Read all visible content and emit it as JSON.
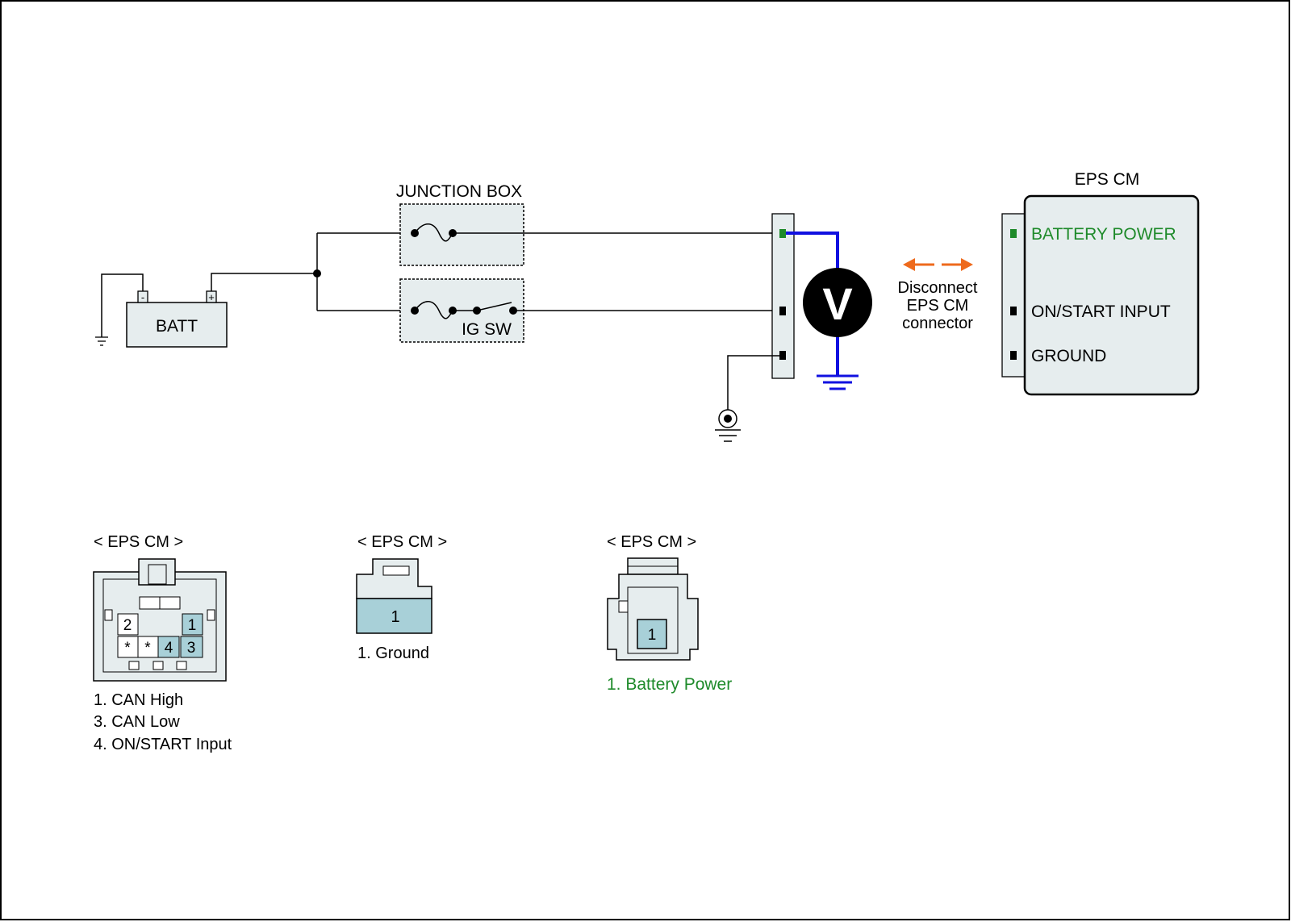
{
  "colors": {
    "line": "#000000",
    "box_fill": "#e6edee",
    "pin_highlight": "#a8d0d8",
    "voltmeter_wire": "#1010e0",
    "battery_power_text": "#1e8a2a",
    "arrow": "#ee6a1c"
  },
  "schematic": {
    "battery_label": "BATT",
    "battery_minus": "-",
    "battery_plus": "+",
    "junction_box_title": "JUNCTION BOX",
    "ig_switch_label": "IG SW",
    "voltmeter_label": "V",
    "disconnect_note": [
      "Disconnect",
      "EPS CM",
      "connector"
    ],
    "module_title": "EPS CM",
    "module_pins": [
      "BATTERY POWER",
      "ON/START INPUT",
      "GROUND"
    ]
  },
  "connectors": [
    {
      "title": "< EPS CM >",
      "pin_cells": [
        "2",
        "1",
        "*",
        "*",
        "4",
        "3"
      ],
      "legend": [
        "1. CAN High",
        "3. CAN Low",
        "4. ON/START Input"
      ]
    },
    {
      "title": "< EPS CM >",
      "pin_cells": [
        "1"
      ],
      "legend": [
        "1. Ground"
      ]
    },
    {
      "title": "< EPS CM >",
      "pin_cells": [
        "1"
      ],
      "legend": [
        "1. Battery Power"
      ]
    }
  ]
}
